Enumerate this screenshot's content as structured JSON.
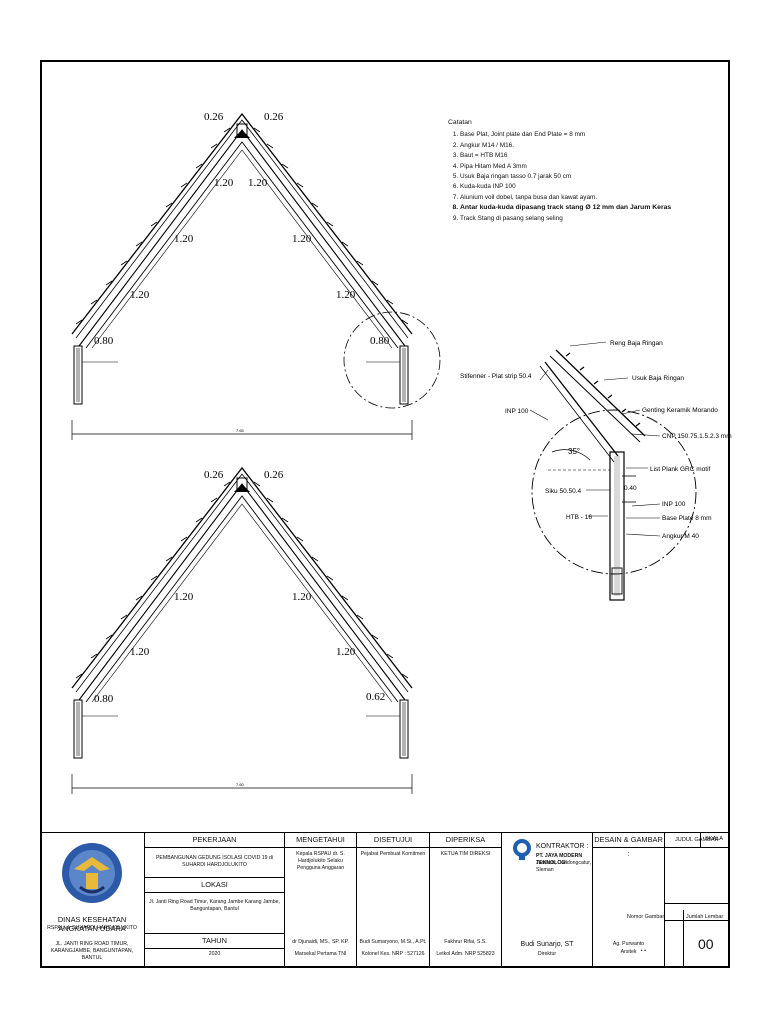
{
  "drawing": {
    "truss_top": {
      "top_left_dim": "0.26",
      "top_right_dim": "0.26",
      "left_dims": [
        "1.20",
        "1.20",
        "1.20"
      ],
      "right_dims": [
        "1.20",
        "1.20",
        "1.20"
      ],
      "eave_left": "0.80",
      "eave_right": "0.80",
      "span": "7.65"
    },
    "truss_bottom": {
      "top_left_dim": "0.26",
      "top_right_dim": "0.26",
      "left_dims": [
        "1.20",
        "1.20"
      ],
      "right_dims": [
        "1.20",
        "1.20"
      ],
      "eave_left": "0.80",
      "eave_right": "0.62",
      "span": "7.60"
    }
  },
  "notes": {
    "title": "Catatan",
    "items": [
      "Base Plat, Joint plate dan End Plate = 8 mm",
      "Angkur M14 / M16.",
      "Baut = HTB M16",
      "Pipa Hitam Med A 3mm",
      "Usuk Baja ringan tasso 0.7 jarak 50 cm",
      "Kuda-kuda INP 100",
      "Alunium voil dobel, tanpa busa dan kawat ayam.",
      "Antar kuda-kuda dipasang track stang Ø 12 mm dan Jarum Keras",
      "Track Stang di pasang selang seling"
    ]
  },
  "detail": {
    "labels": {
      "reng": "Reng Baja Ringan",
      "stiffener": "Stifenner - Plat strip 50.4",
      "usuk": "Usuk Baja Ringan",
      "inp_top": "INP 100",
      "genteng": "Genting Keramik Morando",
      "cnp": "CNP 150.75.1.5.2.3 mm",
      "angle": "35°",
      "list": "List Plank GRC motif",
      "siku": "Siku 50.50.4",
      "dim": "0.40",
      "inp_bottom": "INP 100",
      "htb": "HTB - 16",
      "base": "Base Plate 8 mm",
      "angkur": "Angkur M 40"
    }
  },
  "title_block": {
    "agency": "DINAS KESEHATAN ANGKATAN UDARA",
    "agency_sub": "RSPAU dr SUHARDI HARDJOLUKITO",
    "address": "JL. JANTI RING ROAD TIMUR, KARANGJAMBE, BANGUNTAPAN, BANTUL",
    "pekerjaan_label": "PEKERJAAN",
    "pekerjaan_value": "PEMBANGUNAN GEDUNG ISOLASI COVID 19 di SUHARDI HARDJOLUKITO",
    "lokasi_label": "LOKASI",
    "lokasi_value": "Jl. Janti Ring Road Timur, Karang Jambe Karang Jambe, Banguntapan, Bantul",
    "tahun_label": "TAHUN",
    "tahun_value": "2020",
    "mengetahui_label": "MENGETAHUI",
    "mengetahui_role": "Kepala RSPAU dr. S. Hardjolukito Selaku Pengguna Anggaran",
    "mengetahui_name": "dr Djunaidi, MS., SP. KP.",
    "mengetahui_rank": "Marsekal Pertama TNI",
    "disetujui_label": "DISETUJUI",
    "disetujui_role": "Pejabat Pembuat Komitmen",
    "disetujui_name": "Budi Sumaryono, M.Si., A.Pt.",
    "disetujui_rank": "Kolonel Kes. NRP : 527126",
    "diperiksa_label": "DIPERIKSA",
    "diperiksa_role": "KETUA TIM DIREKSI",
    "diperiksa_name": "Fakhrur Rifai, S.S.",
    "diperiksa_rank": "Letkol Adm. NRP 525823",
    "kontraktor_label": "KONTRAKTOR :",
    "kontraktor_company": "PT. JAYA MODERN TEKNOLOGI",
    "kontraktor_address": "Jarakan, Condongcatur, Sleman",
    "kontraktor_name": "Budi Sunarjo, ST",
    "kontraktor_role": "Direktur",
    "desain_label": "DESAIN & GAMBAR :",
    "desain_name": "Ag. Purwanto",
    "desain_role": "Arsitek",
    "judul_label": "JUDUL GAMBAR",
    "skala_label": "SKALA",
    "nomor_label": "Nomor Gambar",
    "jumlah_label": "Jumlah Lembar",
    "nomor_value": "..",
    "jumlah_value": "00"
  }
}
